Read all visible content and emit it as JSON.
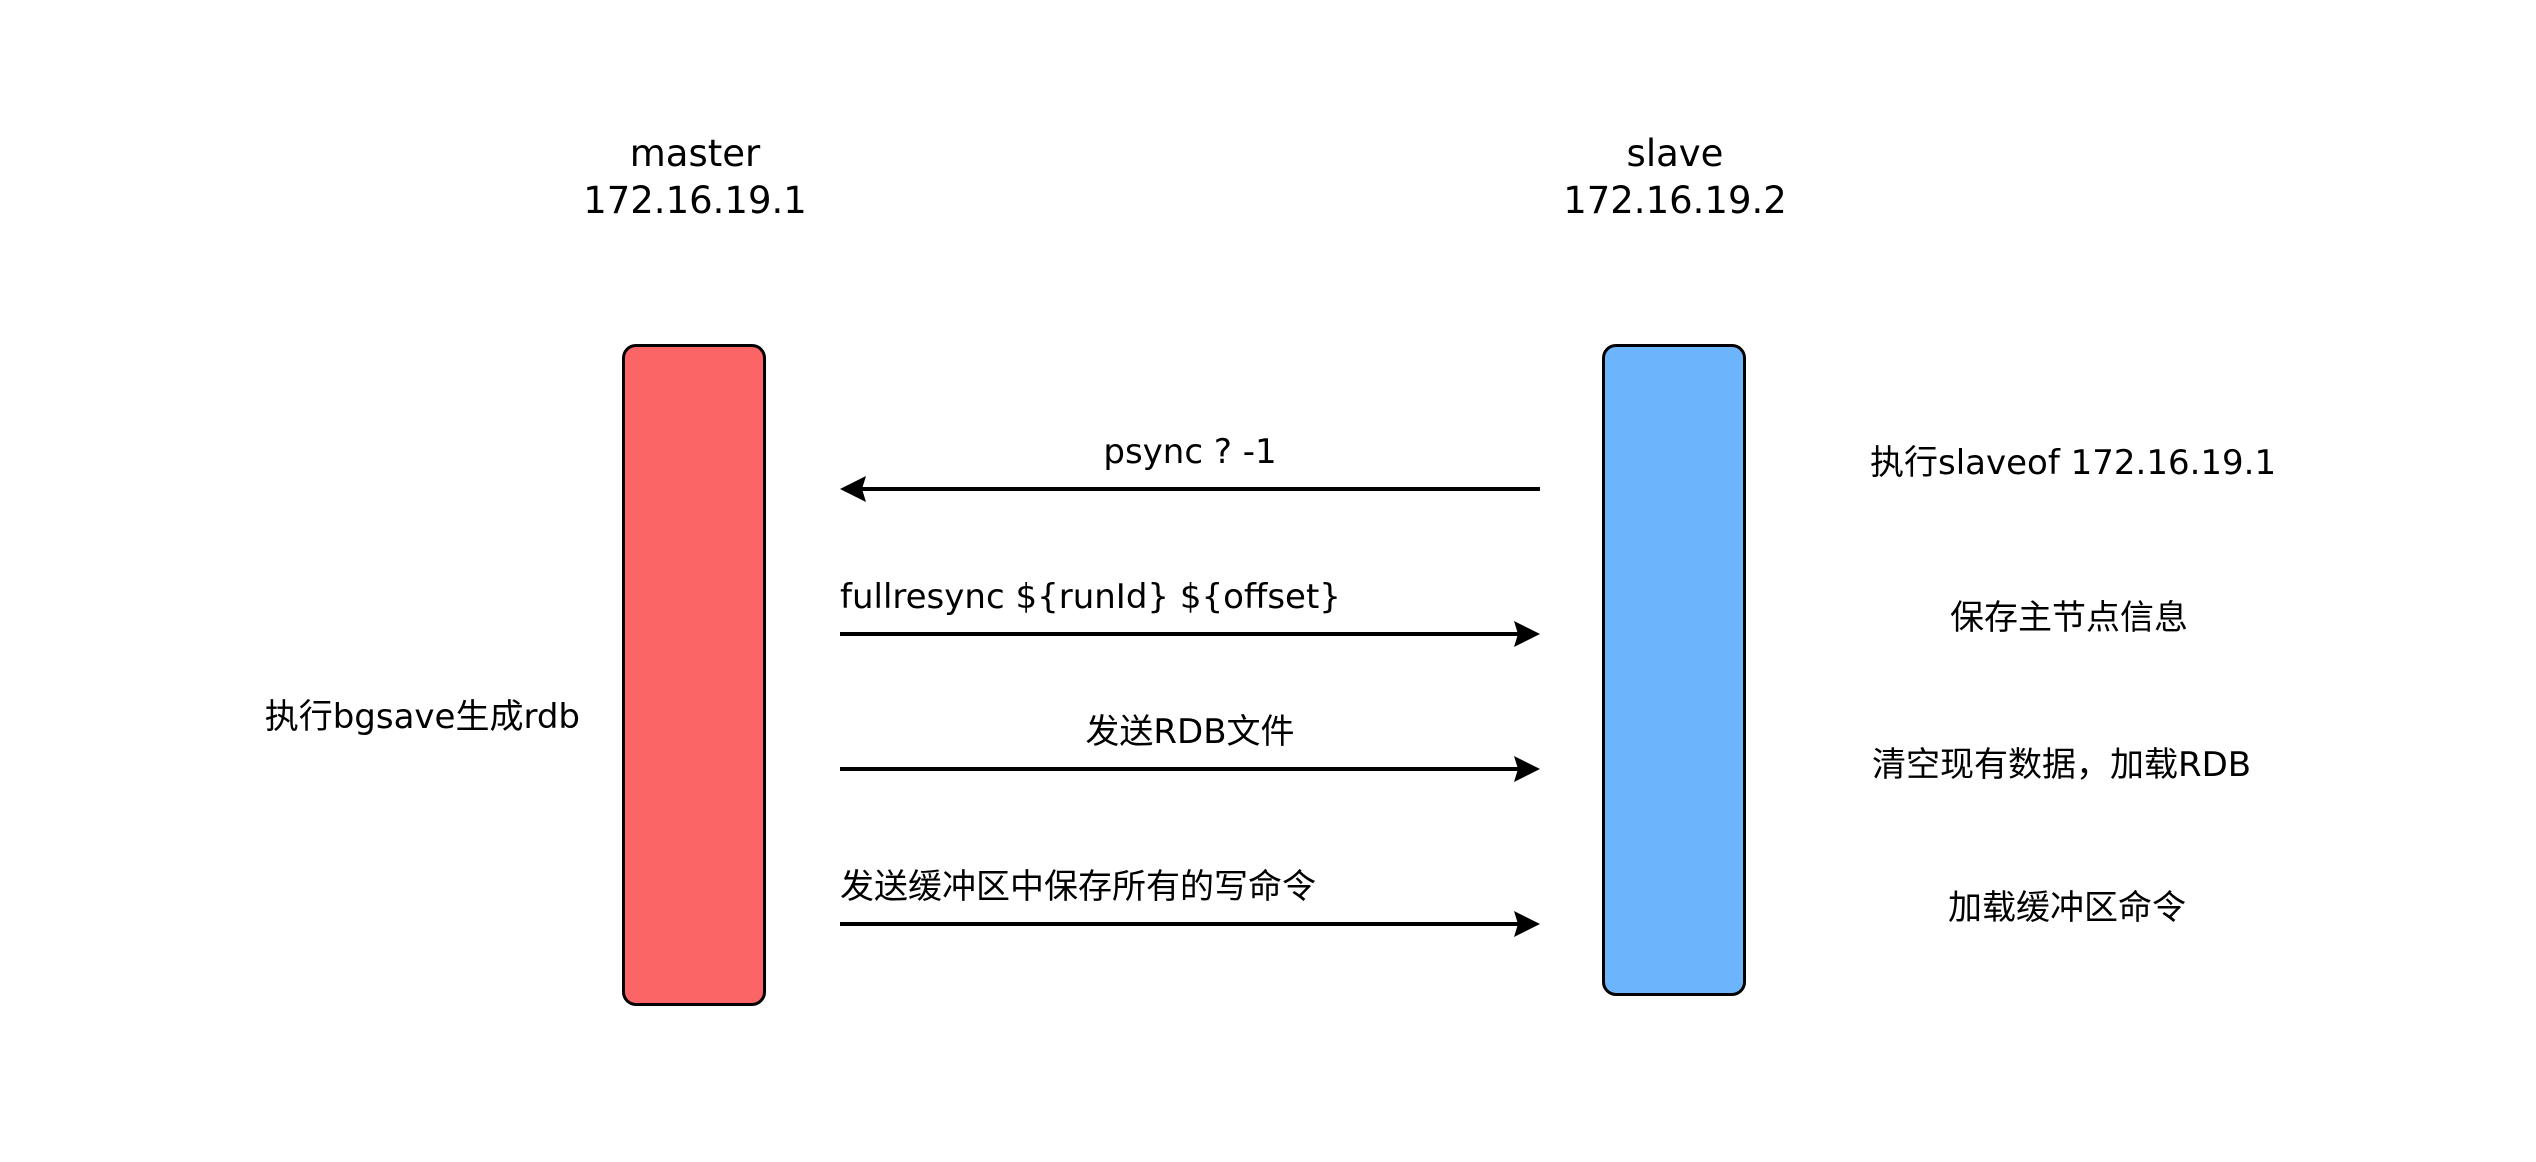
{
  "diagram": {
    "title_master": "master",
    "title_master_ip": "172.16.19.1",
    "title_slave": "slave",
    "title_slave_ip": "172.16.19.2",
    "colors": {
      "master_box": "#fb6565",
      "slave_box": "#6cb4fb",
      "stroke": "#000000",
      "background": "#ffffff"
    },
    "messages": [
      {
        "label": "psync ? -1",
        "direction": "left"
      },
      {
        "label": "fullresync ${runId} ${offset}",
        "direction": "right"
      },
      {
        "label": "发送RDB文件",
        "direction": "right"
      },
      {
        "label": "发送缓冲区中保存所有的写命令",
        "direction": "right"
      }
    ],
    "master_notes": [
      {
        "text": "执行bgsave生成rdb"
      }
    ],
    "slave_notes": [
      {
        "text": "执行slaveof 172.16.19.1"
      },
      {
        "text": "保存主节点信息"
      },
      {
        "text": "清空现有数据，加载RDB"
      },
      {
        "text": "加载缓冲区命令"
      }
    ]
  }
}
